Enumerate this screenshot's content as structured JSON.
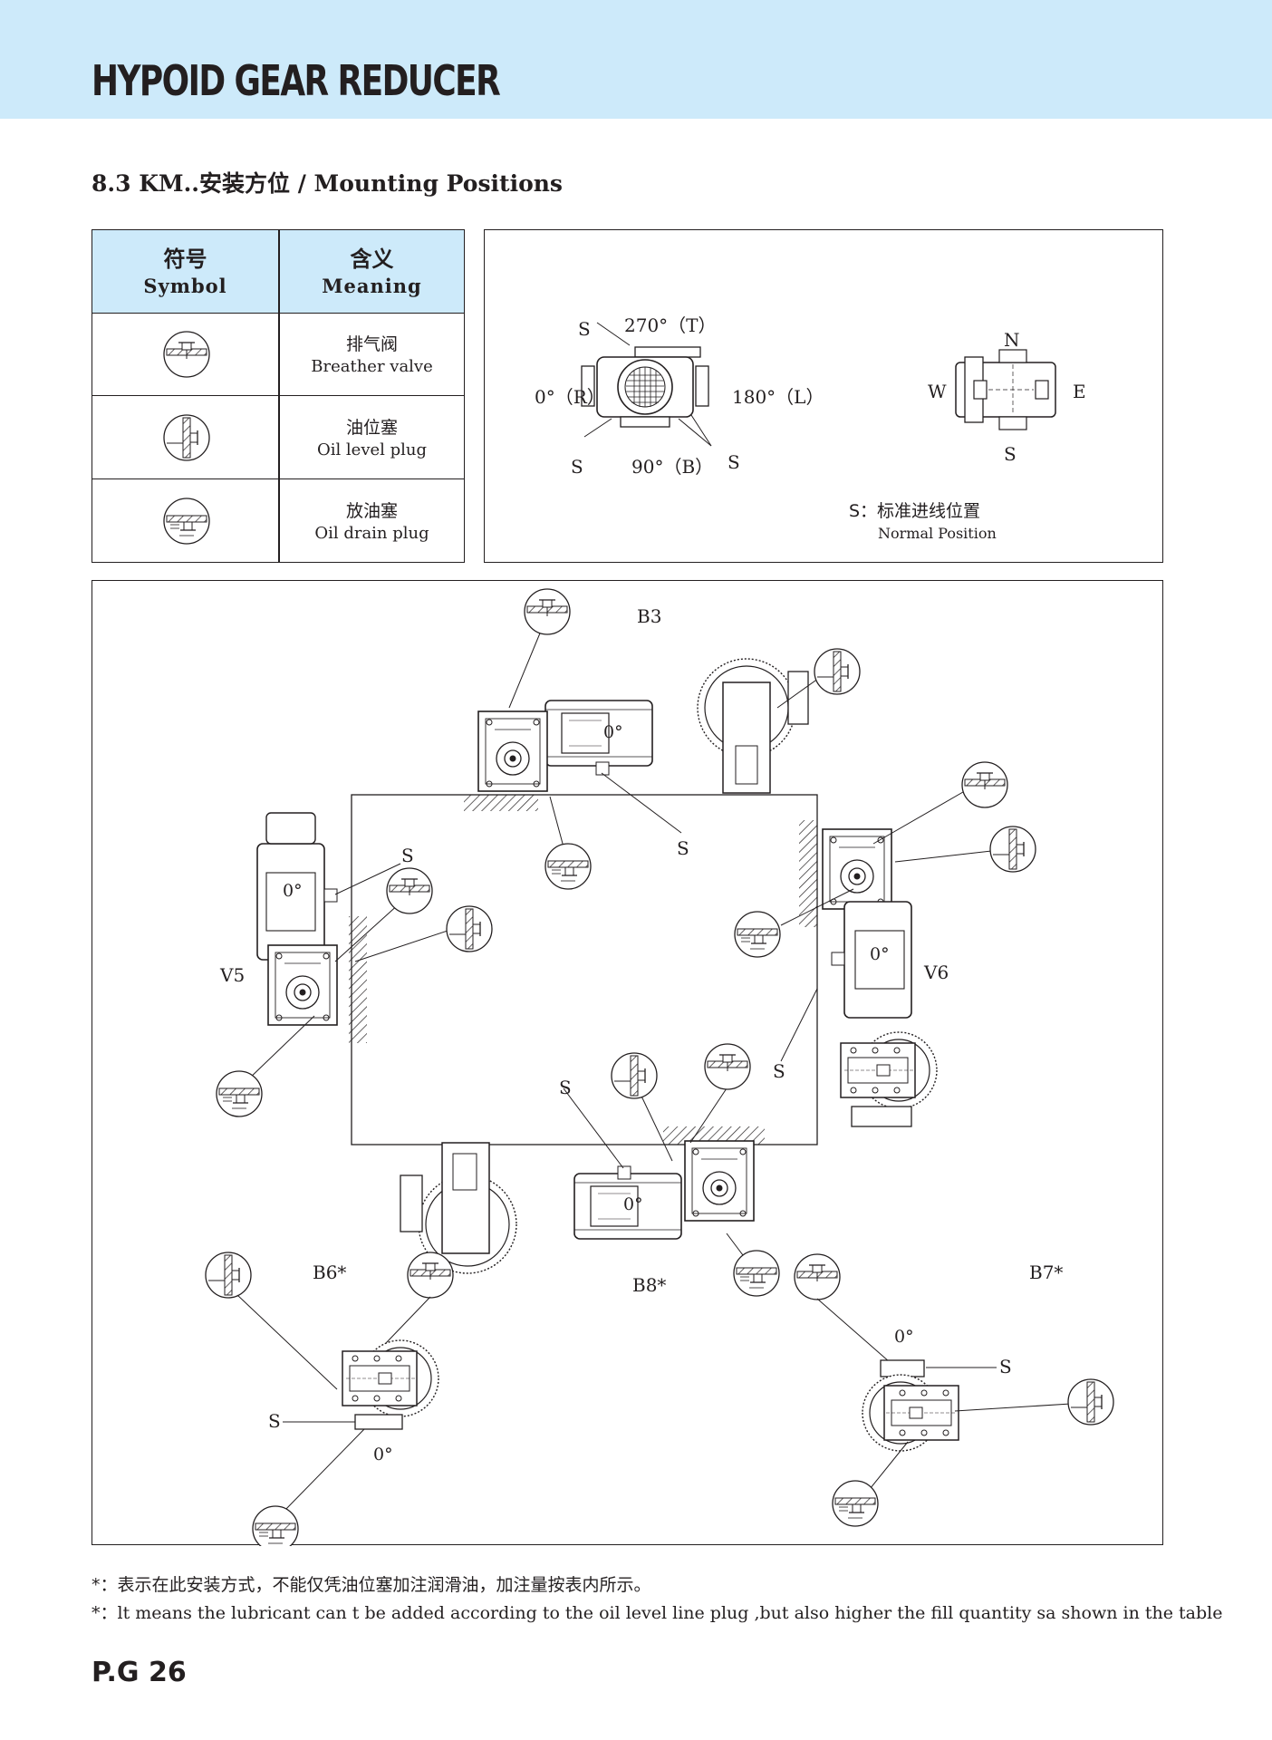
{
  "header": {
    "title": "HYPOID GEAR REDUCER"
  },
  "section": {
    "title": "8.3  KM..安装方位 / Mounting Positions"
  },
  "symbol_table": {
    "headers": [
      {
        "cn": "符号",
        "en": "Symbol"
      },
      {
        "cn": "含义",
        "en": "Meaning"
      }
    ],
    "rows": [
      {
        "icon": "breather-valve-icon",
        "cn": "排气阀",
        "en": "Breather valve"
      },
      {
        "icon": "oil-level-plug-icon",
        "cn": "油位塞",
        "en": "Oil level plug"
      },
      {
        "icon": "oil-drain-plug-icon",
        "cn": "放油塞",
        "en": "Oil drain plug"
      }
    ]
  },
  "terminal_box": {
    "s": "S",
    "top": "270°（T）",
    "left": "0°（R）",
    "right": "180°（L）",
    "bottom": "90°（B）",
    "compass": {
      "n": "N",
      "s": "S",
      "w": "W",
      "e": "E"
    },
    "legend_cn": "S：标准进线位置",
    "legend_en": "Normal Position"
  },
  "mounting": {
    "b3": "B3",
    "v5": "V5",
    "v6": "V6",
    "b6": "B6*",
    "b8": "B8*",
    "b7": "B7*",
    "deg": "0°",
    "s": "S"
  },
  "notes": {
    "cn": "*：表示在此安装方式，不能仅凭油位塞加注润滑油，加注量按表内所示。",
    "en": "*：lt means the lubricant can t be added according to the oil level line plug ,but also higher the fill quantity sa shown in the table"
  },
  "page": {
    "number": "P.G 26"
  }
}
